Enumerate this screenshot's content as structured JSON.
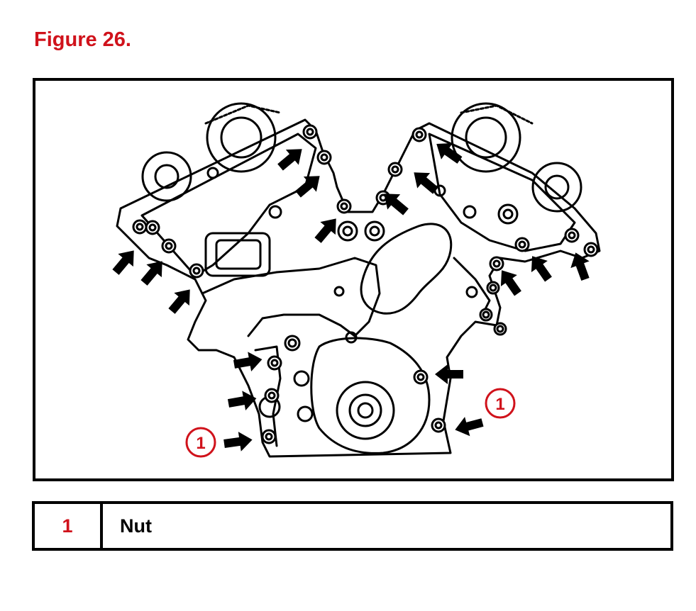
{
  "figure": {
    "title": "Figure 26."
  },
  "callouts": [
    {
      "label": "1"
    },
    {
      "label": "1"
    }
  ],
  "legend": {
    "rows": [
      {
        "number": "1",
        "description": "Nut"
      }
    ]
  },
  "colors": {
    "accent": "#d0121b",
    "line": "#000000"
  }
}
